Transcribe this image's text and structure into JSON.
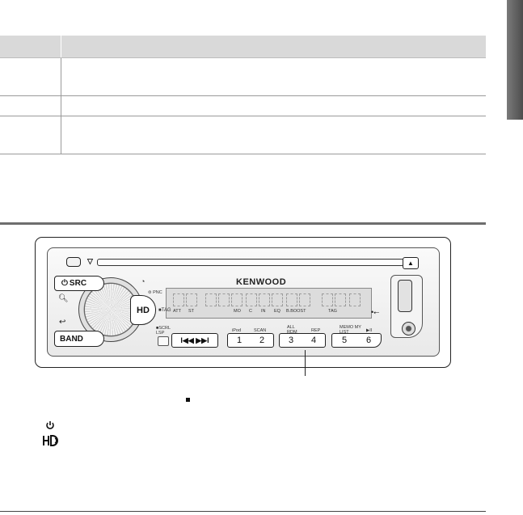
{
  "device": {
    "brand": "KENWOOD",
    "buttons": {
      "src": "SRC",
      "band": "BAND",
      "hd": "HD",
      "tag": "TAG",
      "pnc": "PNC",
      "scrl": "SCRL",
      "lsp": "LSP",
      "eject": "▲",
      "prev_next": "I◀◀  ▶▶I",
      "minus": "•"
    },
    "preset_buttons": [
      {
        "pair": [
          "1",
          "2"
        ],
        "labels_above": [
          "iPod",
          "SCAN"
        ]
      },
      {
        "pair": [
          "3",
          "4"
        ],
        "labels_above": [
          "ALL RDM",
          "REP"
        ]
      },
      {
        "pair": [
          "5",
          "6"
        ],
        "labels_above": [
          "MEMO MY LIST",
          "▶II"
        ]
      }
    ],
    "display_indicators": [
      "ATT",
      "ST",
      "MO",
      "C",
      "IN",
      "EQ",
      "B.BOOST",
      "TAG"
    ]
  },
  "icons": {
    "power": "power-icon",
    "hd_radio": "hd-radio-icon",
    "usb": "usb-icon",
    "search": "search-icon",
    "back": "back-icon"
  },
  "colors": {
    "table_header": "#d9d9d9",
    "side_tab": "#5a5a5a",
    "rule": "#6e6e6e"
  }
}
